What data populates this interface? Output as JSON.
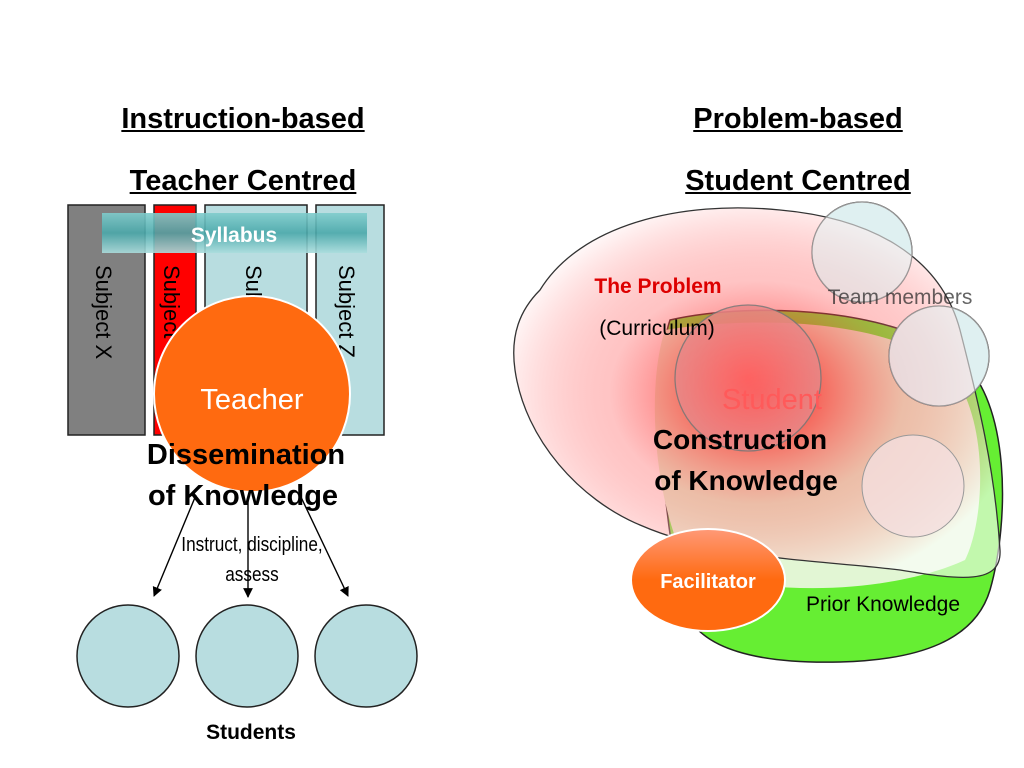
{
  "left": {
    "heading_1": "Instruction-based",
    "heading_2": "Teacher Centred",
    "syllabus": "Syllabus",
    "subject_x": "Subject X",
    "subject_y": "Subject Y",
    "subject_z_partial": "Subject Z",
    "subject_z": "Subject Z",
    "teacher": "Teacher",
    "dissemination_1": "Dissemination",
    "dissemination_2": "of Knowledge",
    "instruct_1": "Instruct, discipline,",
    "instruct_2": "assess",
    "students": "Students"
  },
  "right": {
    "heading_1": "Problem-based",
    "heading_2": "Student Centred",
    "problem": "The Problem",
    "curriculum": "(Curriculum)",
    "team_members": "Team members",
    "student": "Student",
    "construction_1": "Construction",
    "construction_2": "of Knowledge",
    "facilitator": "Facilitator",
    "prior_knowledge": "Prior Knowledge"
  },
  "colors": {
    "student_fill": "#b8dde0",
    "teacher_orange": "#ff6a10",
    "subject_red": "#ff0000",
    "subject_grey": "#808080",
    "prior_green": "#66ee33",
    "problem_red": "#dd0000"
  }
}
